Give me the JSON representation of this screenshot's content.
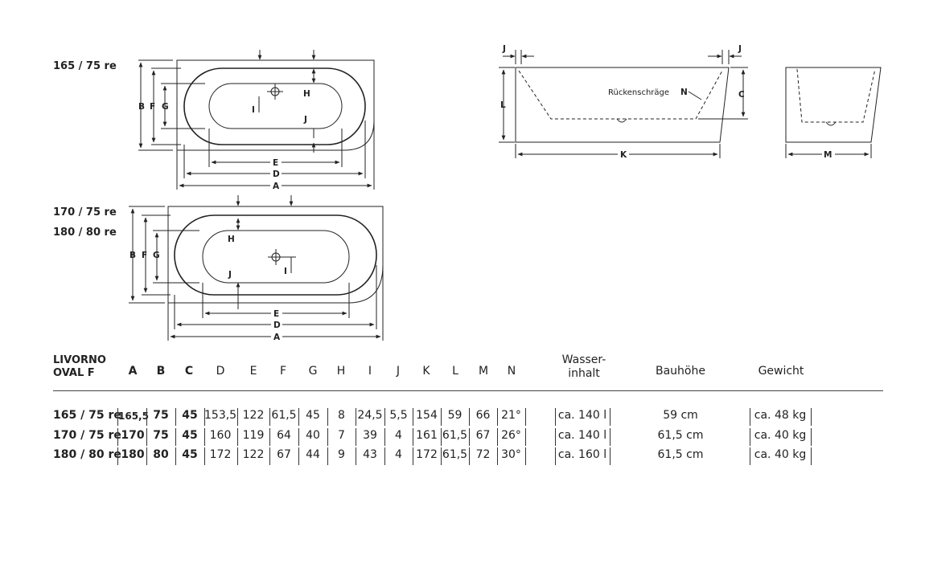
{
  "drawings": {
    "top_model": "165 / 75 re",
    "bottom_models": [
      "170 / 75 re",
      "180 / 80 re"
    ],
    "dim_letters": {
      "A": "A",
      "B": "B",
      "C": "C",
      "D": "D",
      "E": "E",
      "F": "F",
      "G": "G",
      "H": "H",
      "I": "I",
      "J": "J",
      "K": "K",
      "L": "L",
      "M": "M",
      "N": "N"
    },
    "back_slope_label": "Rückenschräge",
    "back_slope_letter": "N"
  },
  "table": {
    "model_title_line1": "LIVORNO",
    "model_title_line2": "OVAL F",
    "columns": [
      "A",
      "B",
      "C",
      "D",
      "E",
      "F",
      "G",
      "H",
      "I",
      "J",
      "K",
      "L",
      "M",
      "N"
    ],
    "bold_columns": [
      "A",
      "B",
      "C"
    ],
    "water_label_line1": "Wasser-",
    "water_label_line2": "inhalt",
    "height_label": "Bauhöhe",
    "weight_label": "Gewicht",
    "rows": [
      {
        "model": "165 / 75 re",
        "values": [
          "165,5",
          "75",
          "45",
          "153,5",
          "122",
          "61,5",
          "45",
          "8",
          "24,5",
          "5,5",
          "154",
          "59",
          "66",
          "21°"
        ],
        "water": "ca. 140 l",
        "height": "59 cm",
        "weight": "ca. 48 kg"
      },
      {
        "model": "170 / 75 re",
        "values": [
          "170",
          "75",
          "45",
          "160",
          "119",
          "64",
          "40",
          "7",
          "39",
          "4",
          "161",
          "61,5",
          "67",
          "26°"
        ],
        "water": "ca. 140 l",
        "height": "61,5 cm",
        "weight": "ca. 40 kg"
      },
      {
        "model": "180 / 80 re",
        "values": [
          "180",
          "80",
          "45",
          "172",
          "122",
          "67",
          "44",
          "9",
          "43",
          "4",
          "172",
          "61,5",
          "72",
          "30°"
        ],
        "water": "ca. 160 l",
        "height": "61,5 cm",
        "weight": "ca. 40 kg"
      }
    ]
  }
}
